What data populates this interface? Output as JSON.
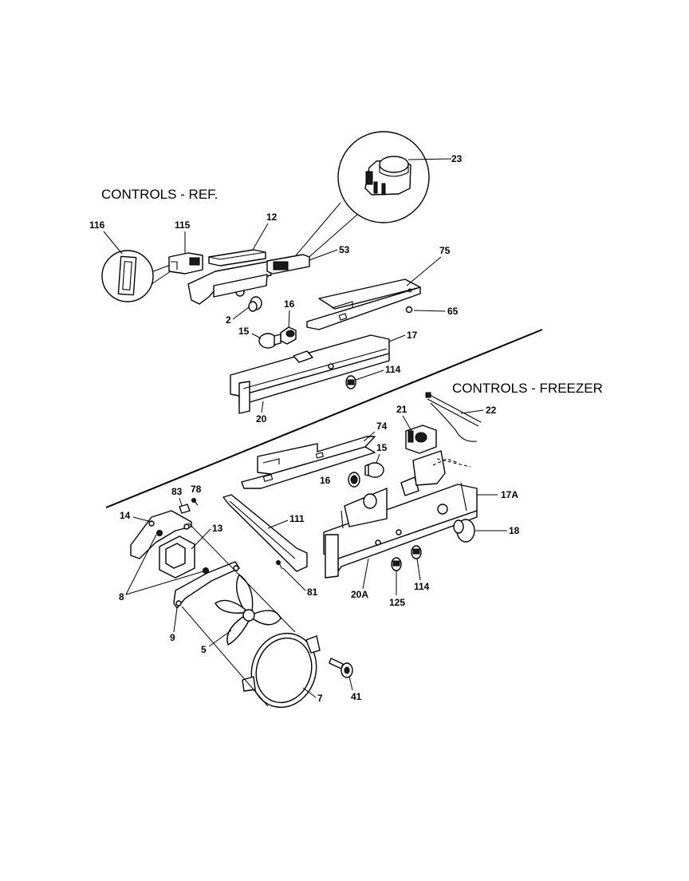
{
  "sections": {
    "ref_title": "CONTROLS - REF.",
    "freezer_title": "CONTROLS - FREEZER"
  },
  "callouts": {
    "c23": "23",
    "c116": "116",
    "c115": "115",
    "c12": "12",
    "c53": "53",
    "c75": "75",
    "c2": "2",
    "c16a": "16",
    "c65": "65",
    "c15a": "15",
    "c17": "17",
    "c114a": "114",
    "c20": "20",
    "c21": "21",
    "c22": "22",
    "c74": "74",
    "c15b": "15",
    "c16b": "16",
    "c83": "83",
    "c78": "78",
    "c17a": "17A",
    "c14": "14",
    "c111": "111",
    "c13": "13",
    "c18": "18",
    "c8": "8",
    "c81": "81",
    "c20a": "20A",
    "c114b": "114",
    "c125": "125",
    "c9": "9",
    "c5": "5",
    "c7": "7",
    "c41": "41"
  }
}
